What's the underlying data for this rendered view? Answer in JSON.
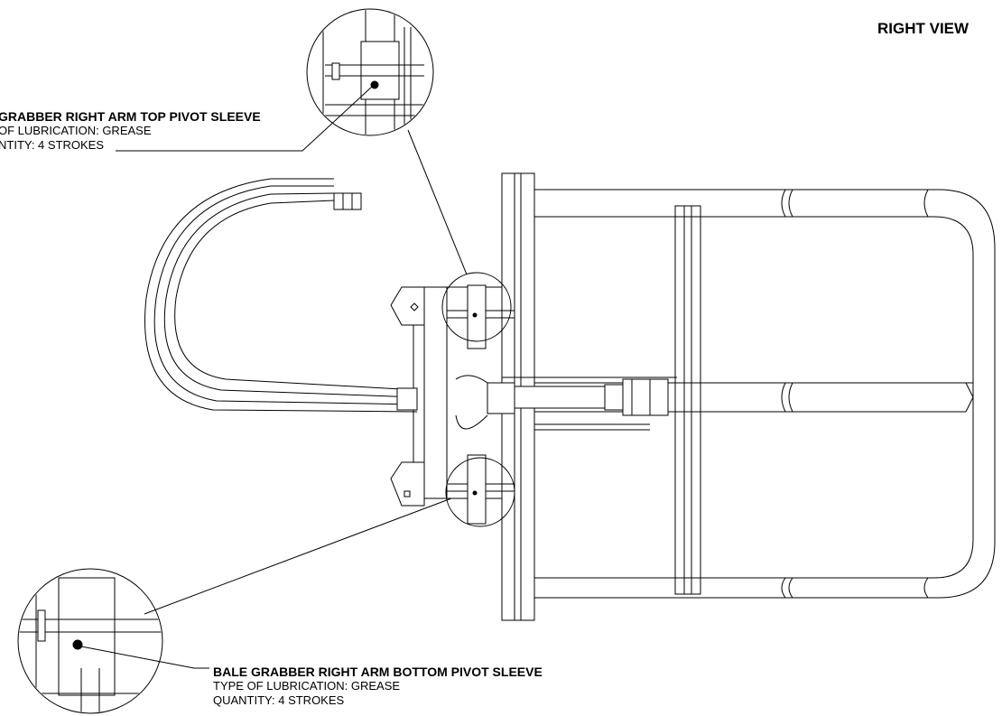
{
  "view_title": "RIGHT VIEW",
  "callouts": {
    "top": {
      "title": "GRABBER RIGHT ARM TOP PIVOT SLEEVE",
      "lubrication": "OF LUBRICATION: GREASE",
      "quantity": "NTITY: 4 STROKES"
    },
    "bottom": {
      "title": "BALE GRABBER RIGHT ARM BOTTOM PIVOT SLEEVE",
      "lubrication": "TYPE OF LUBRICATION: GREASE",
      "quantity": "QUANTITY: 4 STROKES"
    }
  }
}
